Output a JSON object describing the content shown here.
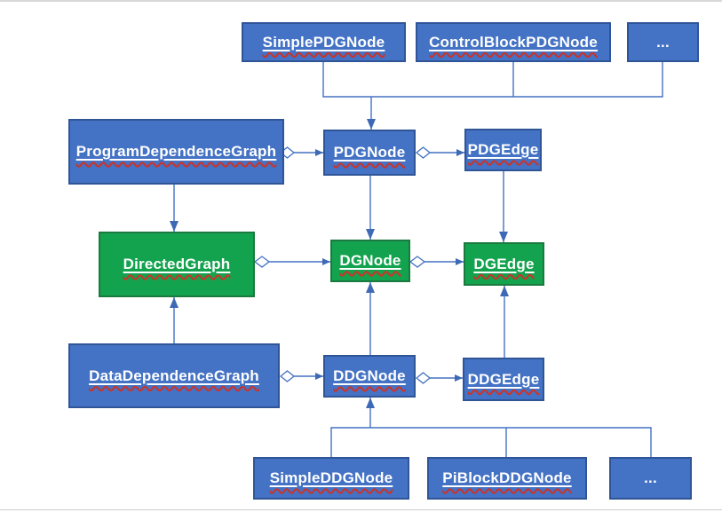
{
  "diagram": {
    "title": "PDG / DDG class hierarchy diagram",
    "colors": {
      "node_blue_fill": "#4472C4",
      "node_blue_border": "#2F5597",
      "node_green_fill": "#13A24E",
      "node_green_border": "#1B7A3F",
      "connector": "#4472C4",
      "spellcheck_squiggle": "#CC3328",
      "label_text": "#FFFFFF",
      "frame_line": "#D8D8D8"
    },
    "nodes": [
      {
        "id": "simple-pdg-node",
        "label": "SimplePDGNode",
        "color": "blue"
      },
      {
        "id": "control-block-pdg-node",
        "label": "ControlBlockPDGNode",
        "color": "blue"
      },
      {
        "id": "pdg-ellipsis",
        "label": "...",
        "color": "blue"
      },
      {
        "id": "program-dependence-graph",
        "label": "ProgramDependenceGraph",
        "color": "blue"
      },
      {
        "id": "pdg-node",
        "label": "PDGNode",
        "color": "blue"
      },
      {
        "id": "pdg-edge",
        "label": "PDGEdge",
        "color": "blue"
      },
      {
        "id": "directed-graph",
        "label": "DirectedGraph",
        "color": "green"
      },
      {
        "id": "dg-node",
        "label": "DGNode",
        "color": "green"
      },
      {
        "id": "dg-edge",
        "label": "DGEdge",
        "color": "green"
      },
      {
        "id": "data-dependence-graph",
        "label": "DataDependenceGraph",
        "color": "blue"
      },
      {
        "id": "ddg-node",
        "label": "DDGNode",
        "color": "blue"
      },
      {
        "id": "ddg-edge",
        "label": "DDGEdge",
        "color": "blue"
      },
      {
        "id": "simple-ddg-node",
        "label": "SimpleDDGNode",
        "color": "blue"
      },
      {
        "id": "pi-block-ddg-node",
        "label": "PiBlockDDGNode",
        "color": "blue"
      },
      {
        "id": "ddg-ellipsis",
        "label": "...",
        "color": "blue"
      }
    ],
    "edges": [
      {
        "from": "SimplePDGNode",
        "to": "PDGNode",
        "type": "arrow"
      },
      {
        "from": "ControlBlockPDGNode",
        "to": "PDGNode",
        "type": "arrow"
      },
      {
        "from": "... (top)",
        "to": "PDGNode",
        "type": "arrow"
      },
      {
        "from": "ProgramDependenceGraph",
        "to": "PDGNode",
        "type": "diamond-arrow"
      },
      {
        "from": "PDGNode",
        "to": "PDGEdge",
        "type": "diamond-arrow"
      },
      {
        "from": "ProgramDependenceGraph",
        "to": "DirectedGraph",
        "type": "arrow"
      },
      {
        "from": "PDGNode",
        "to": "DGNode",
        "type": "arrow"
      },
      {
        "from": "PDGEdge",
        "to": "DGEdge",
        "type": "arrow"
      },
      {
        "from": "DirectedGraph",
        "to": "DGNode",
        "type": "diamond-arrow"
      },
      {
        "from": "DGNode",
        "to": "DGEdge",
        "type": "diamond-arrow"
      },
      {
        "from": "DataDependenceGraph",
        "to": "DirectedGraph",
        "type": "arrow"
      },
      {
        "from": "DDGNode",
        "to": "DGNode",
        "type": "arrow"
      },
      {
        "from": "DDGEdge",
        "to": "DGEdge",
        "type": "arrow"
      },
      {
        "from": "DataDependenceGraph",
        "to": "DDGNode",
        "type": "diamond-arrow"
      },
      {
        "from": "DDGNode",
        "to": "DDGEdge",
        "type": "diamond-arrow"
      },
      {
        "from": "SimpleDDGNode",
        "to": "DDGNode",
        "type": "arrow"
      },
      {
        "from": "PiBlockDDGNode",
        "to": "DDGNode",
        "type": "arrow"
      },
      {
        "from": "... (bottom)",
        "to": "DDGNode",
        "type": "arrow"
      }
    ]
  }
}
